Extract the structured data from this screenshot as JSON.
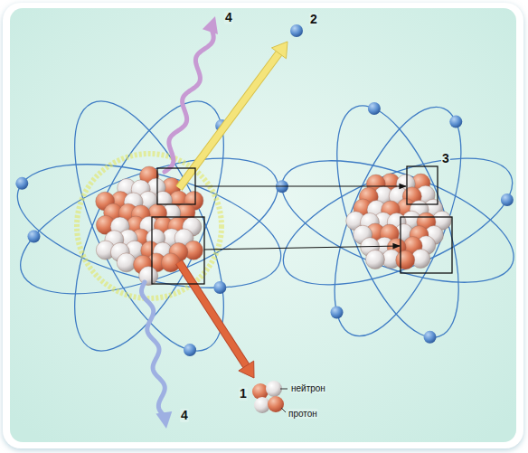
{
  "diagram": {
    "labels": [
      "4",
      "2",
      "3",
      "1",
      "нейтрон",
      "протон",
      "4"
    ]
  }
}
